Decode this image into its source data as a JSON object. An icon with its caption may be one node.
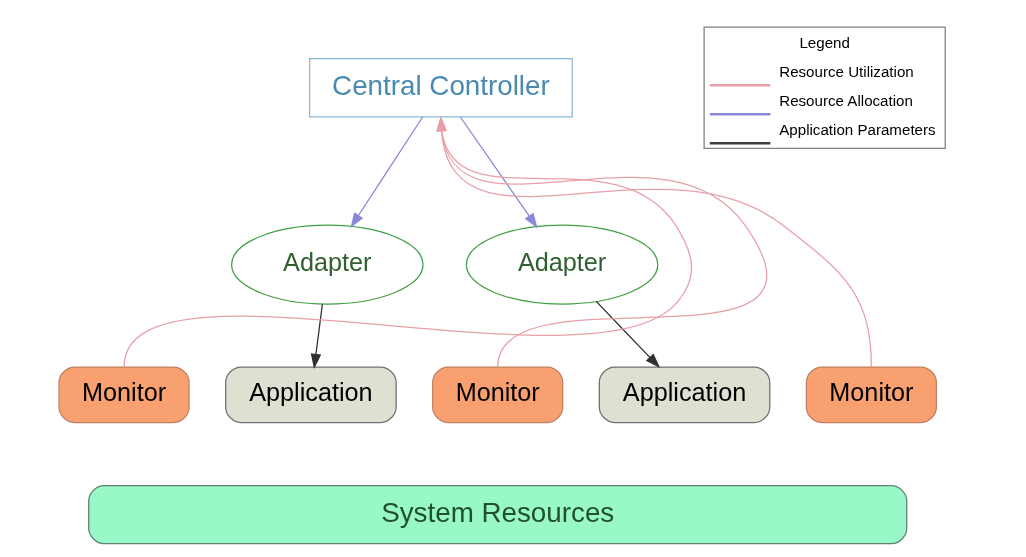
{
  "diagram": {
    "nodes": [
      {
        "text": [
          "Central Controller"
        ]
      },
      {
        "text": [
          "Adapter"
        ]
      },
      {
        "text": [
          "Adapter"
        ]
      },
      {
        "text": [
          "Monitor"
        ]
      },
      {
        "text": [
          "Application"
        ]
      },
      {
        "text": [
          "Monitor"
        ]
      },
      {
        "text": [
          "Application"
        ]
      },
      {
        "text": [
          "Monitor"
        ]
      },
      {
        "text": [
          "System Resources"
        ]
      }
    ],
    "edges": [
      {
        "from": 3,
        "to": 0,
        "arrow": "to",
        "color": "#e8a0a8"
      },
      {
        "from": 0,
        "to": 1,
        "arrow": "to",
        "color": "#8888d8"
      },
      {
        "from": 5,
        "to": 0,
        "arrow": "to",
        "color": "#e8a0a8"
      },
      {
        "from": 0,
        "to": 2,
        "arrow": "to",
        "color": "#8888d8"
      },
      {
        "from": 7,
        "to": 0,
        "arrow": "to",
        "color": "#e8a0a8"
      },
      {
        "from": 1,
        "to": 4,
        "arrow": "to",
        "color": "#303030"
      },
      {
        "from": 2,
        "to": 6,
        "arrow": "to",
        "color": "#303030"
      }
    ],
    "labels": [
      "Legend"
    ],
    "legend": [
      {
        "text": "Resource Utilization"
      },
      {
        "text": "Resource Allocation"
      },
      {
        "text": "Application Parameters"
      }
    ]
  }
}
